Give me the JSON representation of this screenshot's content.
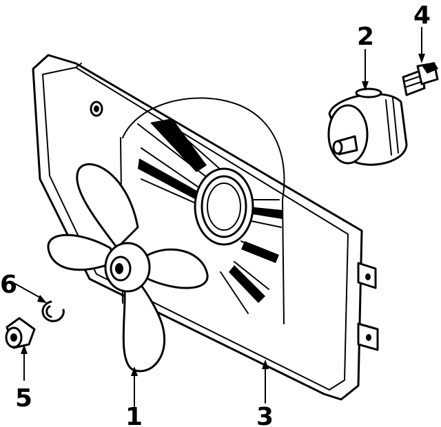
{
  "callouts": [
    {
      "id": "1",
      "label": "1",
      "part": "fan-blade"
    },
    {
      "id": "2",
      "label": "2",
      "part": "fan-motor"
    },
    {
      "id": "3",
      "label": "3",
      "part": "fan-shroud"
    },
    {
      "id": "4",
      "label": "4",
      "part": "motor-bolt"
    },
    {
      "id": "5",
      "label": "5",
      "part": "spacer"
    },
    {
      "id": "6",
      "label": "6",
      "part": "retaining-clip"
    }
  ]
}
